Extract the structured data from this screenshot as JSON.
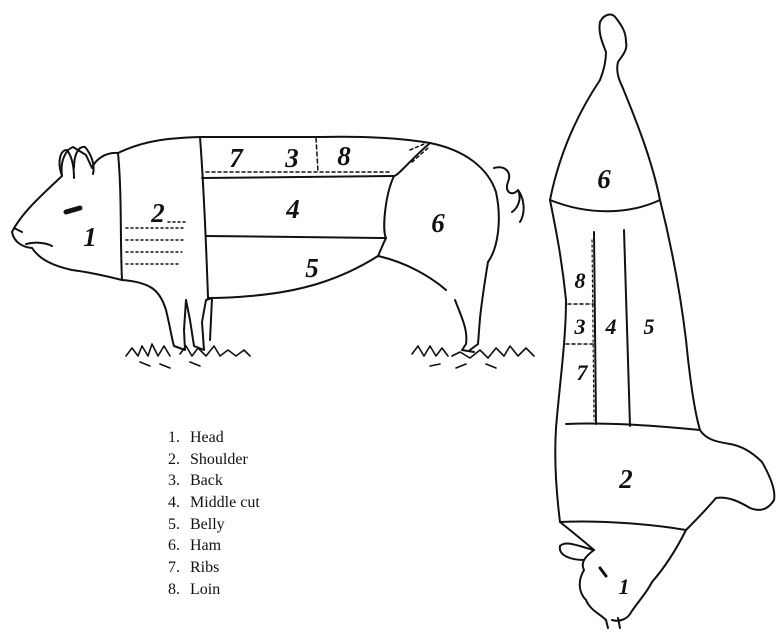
{
  "side_view": {
    "cut_numbers": {
      "head": "1",
      "shoulder": "2",
      "back": "3",
      "middle_cut": "4",
      "belly": "5",
      "ham": "6",
      "ribs": "7",
      "loin": "8"
    }
  },
  "carcass_view": {
    "cut_numbers": {
      "head": "1",
      "shoulder": "2",
      "back": "3",
      "middle_cut": "4",
      "belly": "5",
      "ham": "6",
      "ribs": "7",
      "loin": "8"
    }
  },
  "legend": {
    "items": [
      {
        "number": "1.",
        "label": "Head"
      },
      {
        "number": "2.",
        "label": "Shoulder"
      },
      {
        "number": "3.",
        "label": "Back"
      },
      {
        "number": "4.",
        "label": "Middle cut"
      },
      {
        "number": "5.",
        "label": "Belly"
      },
      {
        "number": "6.",
        "label": "Ham"
      },
      {
        "number": "7.",
        "label": "Ribs"
      },
      {
        "number": "8.",
        "label": "Loin"
      }
    ]
  }
}
